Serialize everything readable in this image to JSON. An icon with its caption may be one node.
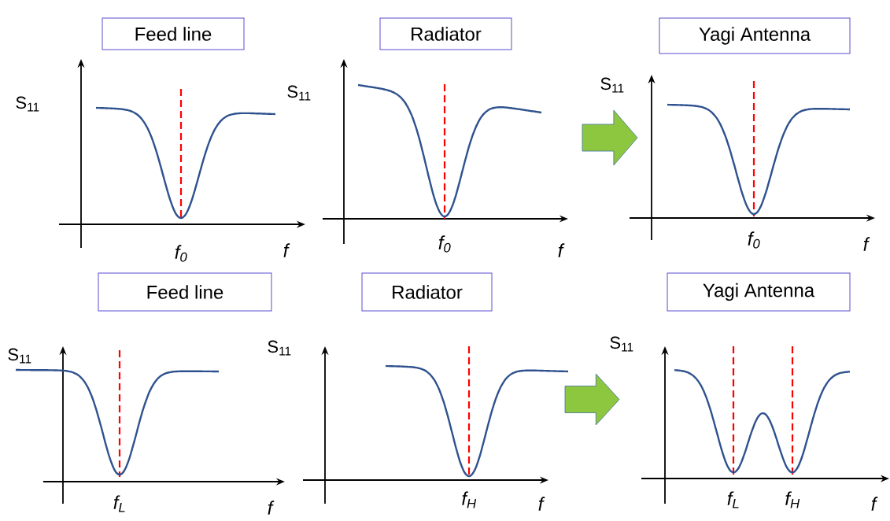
{
  "diagram": {
    "nodes": [
      {
        "text": [
          "Feed line"
        ]
      },
      {
        "text": [
          "Radiator"
        ]
      },
      {
        "text": [
          "Yagi Antenna"
        ]
      },
      {
        "text": [
          "Feed line"
        ]
      },
      {
        "text": [
          "Radiator"
        ]
      },
      {
        "text": [
          "Yagi Antenna"
        ]
      }
    ],
    "labels": [
      "S$_{11}$",
      "f$_{0}$",
      "f",
      "S$_{11}$",
      "f$_{0}$",
      "f",
      "S$_{11}$",
      "f$_{0}$",
      "f",
      "S$_{11}$",
      "f$_{L}$",
      "f",
      "S$_{11}$",
      "f$_{H}$",
      "f",
      "S$_{11}$",
      "f$_{L}$",
      "f$_{H}$",
      "f"
    ]
  }
}
